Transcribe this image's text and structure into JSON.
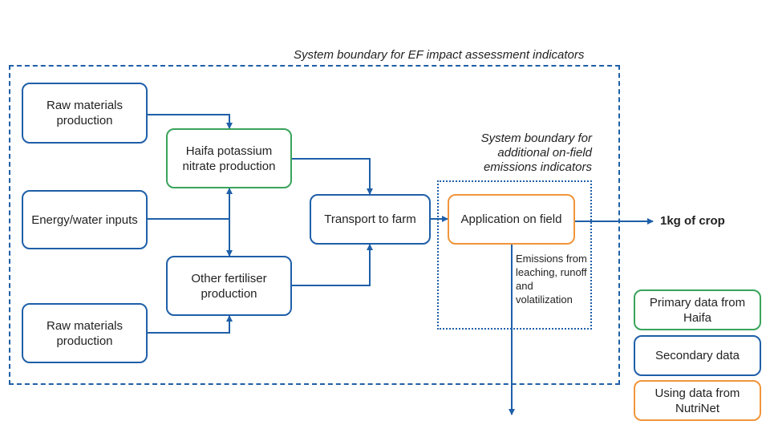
{
  "boundaries": {
    "outer_label": "System boundary for EF impact assessment indicators",
    "inner_label": "System boundary for additional on-field emissions indicators"
  },
  "nodes": {
    "raw_materials_top": "Raw materials production",
    "haifa_production": "Haifa potassium nitrate production",
    "energy_water": "Energy/water inputs",
    "other_fertiliser": "Other fertiliser production",
    "raw_materials_bottom": "Raw materials production",
    "transport": "Transport to farm",
    "application": "Application on field"
  },
  "emissions_label": "Emissions from leaching, runoff and volatilization",
  "output_label": "1kg of crop",
  "legend": {
    "primary": "Primary data from Haifa",
    "secondary": "Secondary data",
    "nutrinet": "Using data from NutriNet"
  },
  "colors": {
    "primary_green": "#3aa35b",
    "secondary_blue": "#1f5fa8",
    "nutrinet_orange": "#f0953a",
    "arrow_blue": "#1f5fa8"
  }
}
